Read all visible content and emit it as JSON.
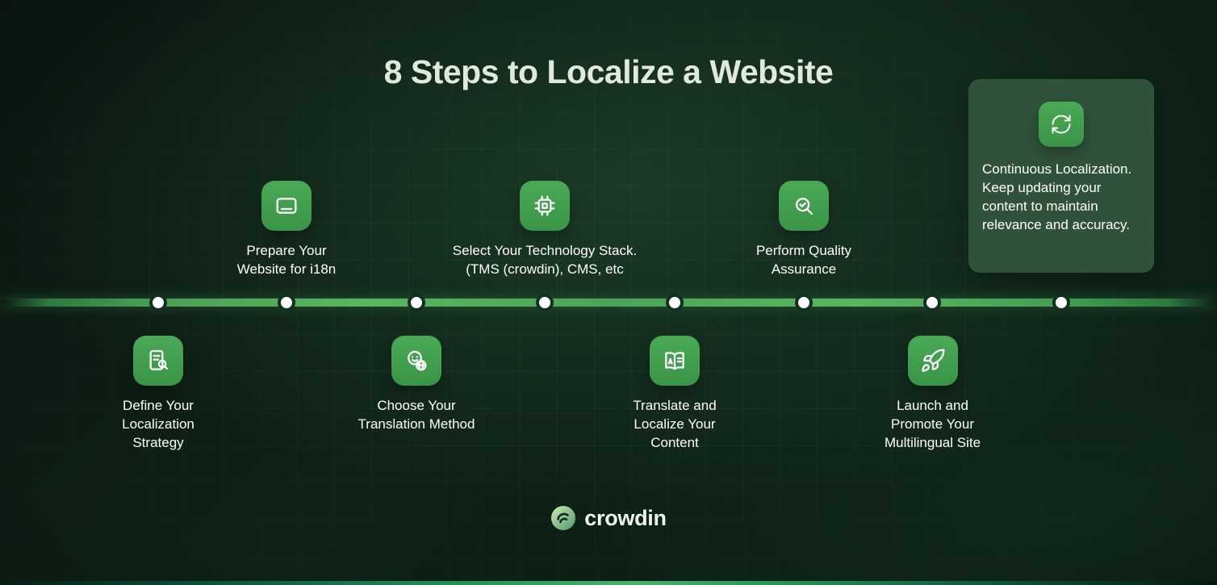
{
  "title": "8 Steps to Localize a Website",
  "brand": {
    "name": "crowdin"
  },
  "colors": {
    "background": "#0f2217",
    "tile_green": "#3f9e4d",
    "timeline_green": "#4aa654",
    "card_background": "#30523a",
    "text": "#ffffff",
    "title_text": "#dfe9de"
  },
  "timeline": {
    "dot_count": 8
  },
  "steps": [
    {
      "label": "Define Your Localization Strategy",
      "icon": "strategy-document-icon",
      "side": "below"
    },
    {
      "label": "Prepare Your Website for i18n",
      "icon": "website-window-icon",
      "side": "above"
    },
    {
      "label": "Choose Your Translation Method",
      "icon": "globe-smiley-icon",
      "side": "below"
    },
    {
      "label": "Select Your Technology Stack. (TMS (crowdin), CMS, etc",
      "icon": "cpu-chip-icon",
      "side": "above"
    },
    {
      "label": "Translate and Localize Your Content",
      "icon": "open-book-icon",
      "side": "below"
    },
    {
      "label": "Perform Quality Assurance",
      "icon": "magnifier-check-icon",
      "side": "above"
    },
    {
      "label": "Launch and Promote Your Multilingual Site",
      "icon": "rocket-icon",
      "side": "below"
    },
    {
      "label": "Continuous Localization. Keep updating your content to maintain relevance and accuracy.",
      "icon": "refresh-icon",
      "side": "card"
    }
  ]
}
